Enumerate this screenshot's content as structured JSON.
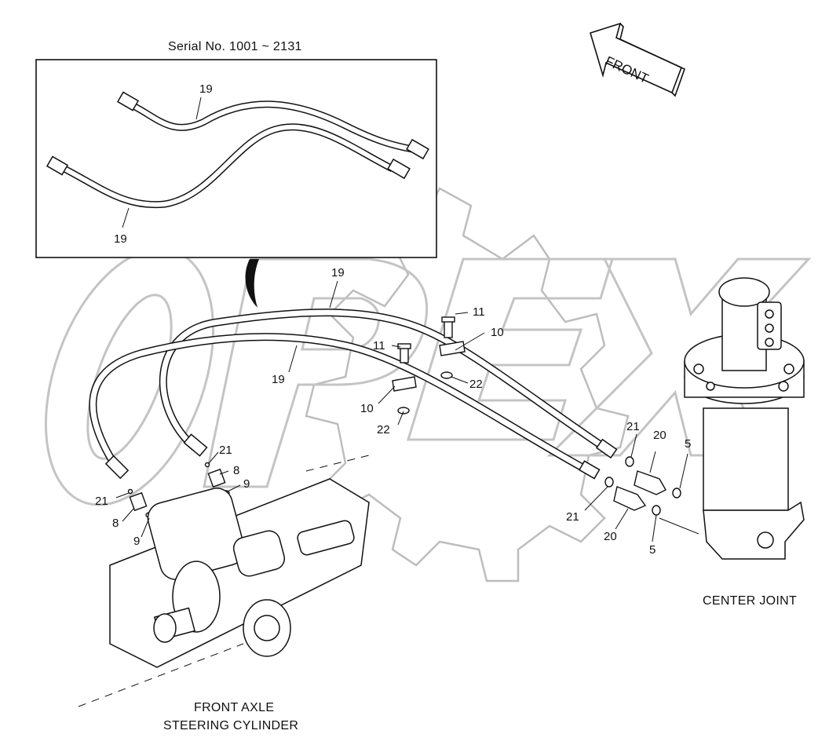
{
  "diagram": {
    "inset_title": "Serial No. 1001 ~ 2131",
    "front_arrow_label": "FRONT",
    "watermark": "OPEX",
    "captions": {
      "center_joint": "CENTER JOINT",
      "front_axle_line1": "FRONT AXLE",
      "front_axle_line2": "STEERING CYLINDER"
    },
    "part_numbers": {
      "inset_hose_top": "19",
      "inset_hose_bottom": "19",
      "hose_top": "19",
      "hose_mid": "19",
      "bolt_right": "11",
      "bolt_left": "11",
      "clamp_right": "10",
      "clamp_left": "10",
      "plate_right": "22",
      "plate_left": "22",
      "oring_21_a": "21",
      "oring_21_b": "21",
      "oring_21_c": "21",
      "oring_21_d": "21",
      "adapter_20_a": "20",
      "adapter_20_b": "20",
      "oring_5_a": "5",
      "oring_5_b": "5",
      "connector_8_a": "8",
      "connector_8_b": "8",
      "ring_9_a": "9",
      "ring_9_b": "9"
    }
  }
}
